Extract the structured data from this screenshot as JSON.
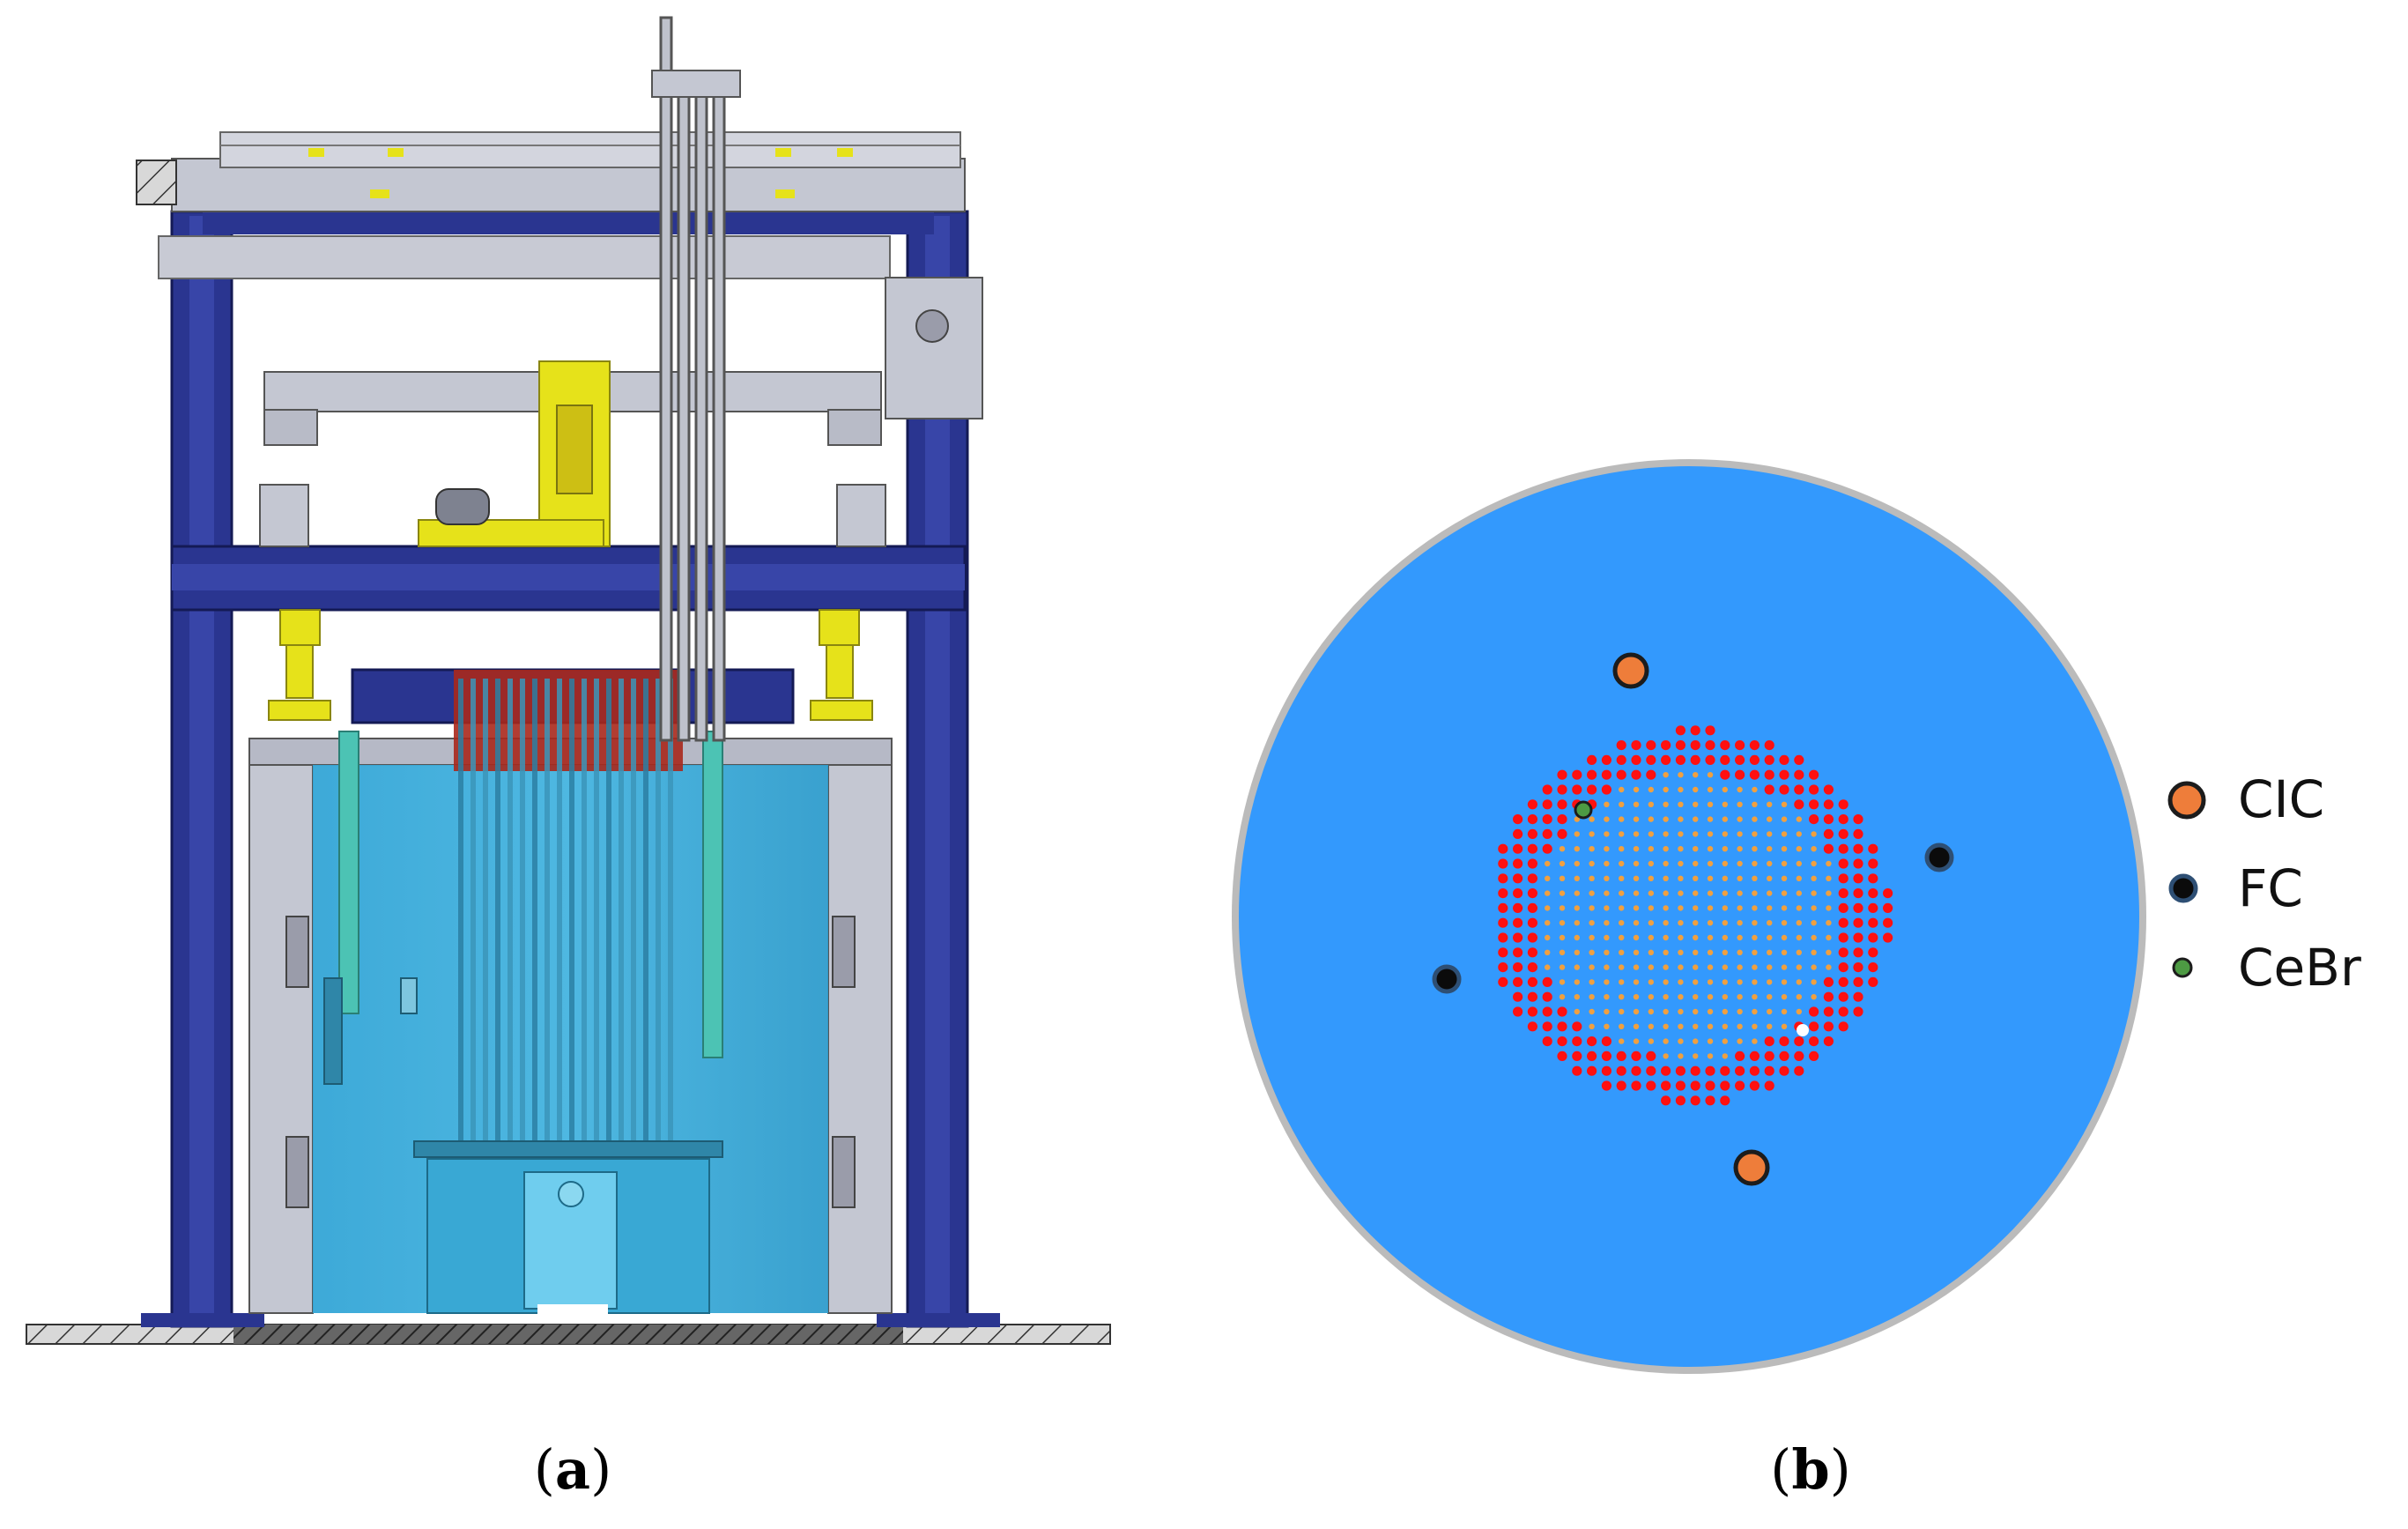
{
  "figure": {
    "panel_a": {
      "caption_open": "(",
      "caption_label": "a",
      "caption_close": ")"
    },
    "panel_b": {
      "caption_open": "(",
      "caption_label": "b",
      "caption_close": ")",
      "legend": [
        {
          "label": "CIC",
          "color": "#ee7d3a"
        },
        {
          "label": "FC",
          "color": "#0b0b0b"
        },
        {
          "label": "CeBr",
          "color": "#4d9a43"
        }
      ]
    }
  },
  "colors": {
    "pool_water": "#3399fd",
    "pool_rim": "#bbbbbb",
    "fuel_outer": "#ff1010",
    "fuel_inner": "#f0a040",
    "frame_blue": "#2a3590",
    "steel_gray": "#c4c7d2",
    "tank_water": "#3aaed8",
    "yellow": "#e6e21a",
    "rod_red": "#a8281c"
  },
  "icons": [
    "reactor-cross-section",
    "reactor-core-map"
  ]
}
